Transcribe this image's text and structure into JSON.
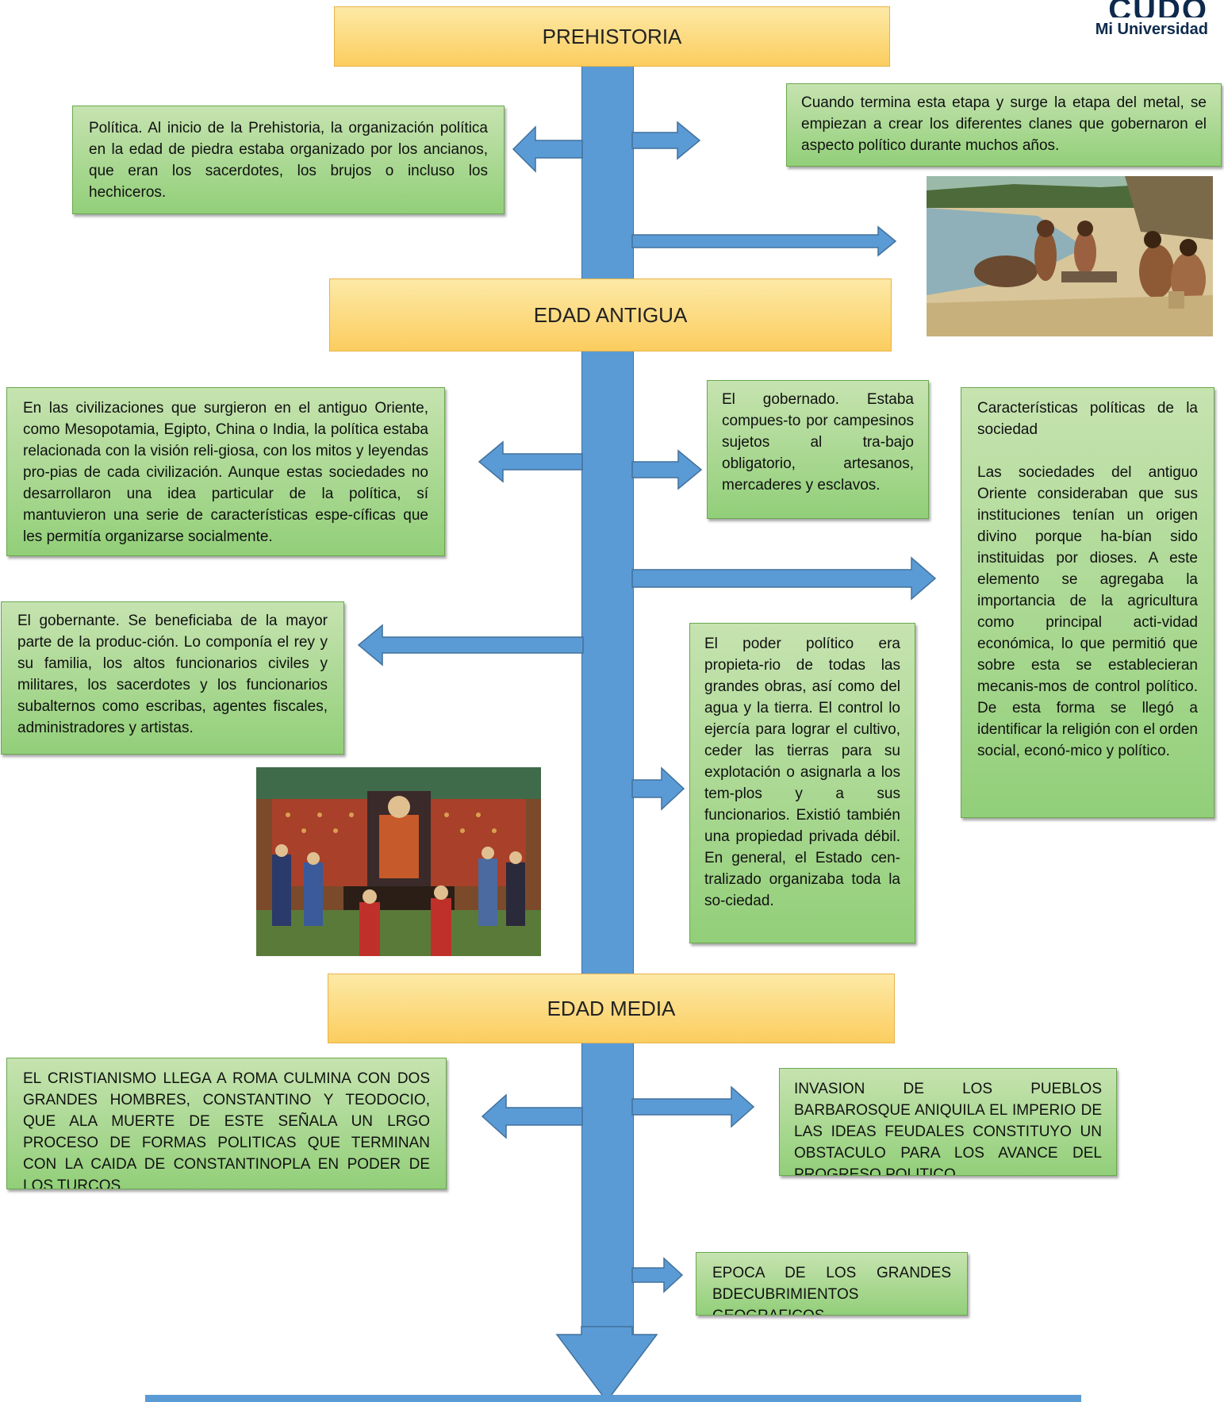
{
  "logo": {
    "mark": "CUDO",
    "text": "Mi Universidad"
  },
  "headers": {
    "prehistoria": "PREHISTORIA",
    "edad_antigua": "EDAD ANTIGUA",
    "edad_media": "EDAD MEDIA"
  },
  "prehistoria": {
    "left_text": "Política. Al inicio de la Prehistoria, la organización política en la edad de piedra estaba organizado por los ancianos, que eran los sacerdotes, los brujos o incluso los hechiceros.",
    "right_text": "Cuando termina esta etapa y surge la etapa del metal, se empiezan a crear los diferentes clanes que gobernaron el aspecto político durante muchos años."
  },
  "edad_antigua": {
    "left_text": "En las civilizaciones que surgieron en el antiguo Oriente, como Mesopotamia, Egipto, China o India, la política estaba relacionada con la visión reli-giosa, con los mitos y leyendas pro-pias de cada civilización. Aunque estas sociedades no desarrollaron una idea particular de la política, sí mantuvieron una serie de características espe-cíficas que les permitía organizarse socialmente.",
    "gobernado_text": "El gobernado. Estaba compues-to por campesinos sujetos al tra-bajo obligatorio, artesanos, mercaderes y esclavos.",
    "caracteristicas_title": "Características políticas de la sociedad",
    "caracteristicas_text": "Las sociedades del antiguo Oriente consideraban que sus instituciones tenían un origen divino porque ha-bían sido instituidas por dioses. A este elemento se agregaba la importancia de la agricultura como principal acti-vidad económica, lo que permitió que sobre esta se establecieran mecanis-mos de control político. De esta forma se llegó a identificar la religión con el orden social, econó-mico y político.",
    "gobernante_text": "El gobernante. Se beneficiaba de la mayor parte de la produc-ción. Lo componía el rey y su familia, los altos funcionarios civiles y militares, los sacerdotes y los funcionarios subalternos como escribas, agentes fiscales, administradores y artistas.",
    "poder_text": "El poder político era propieta-rio de todas las grandes obras, así como del agua y la tierra. El control lo ejercía para lograr el cultivo, ceder las tierras para su explotación o asignarla a los tem-plos y a sus funcionarios. Existió también una propiedad privada débil. En general, el Estado cen-tralizado organizaba toda la so-ciedad."
  },
  "edad_media": {
    "left_text": "EL CRISTIANISMO LLEGA A ROMA CULMINA CON DOS GRANDES HOMBRES, CONSTANTINO Y TEODOCIO, QUE ALA MUERTE DE ESTE SEÑALA UN LRGO PROCESO DE FORMAS POLITICAS QUE TERMINAN CON LA CAIDA DE CONSTANTINOPLA EN PODER DE LOS TURCOS",
    "right_text": "INVASION DE LOS PUEBLOS BARBAROSQUE ANIQUILA EL IMPERIO DE LAS IDEAS FEUDALES CONSTITUYO UN OBSTACULO PARA LOS AVANCE DEL PROGRESO POLITICO",
    "epoca_text": "EPOCA DE LOS GRANDES BDECUBRIMIENTOS GEOGRAFICOS"
  },
  "colors": {
    "spine": "#5b9bd5",
    "header": "#fbcd5f",
    "note": "#a9d18e",
    "note_border": "#6aa84f"
  }
}
